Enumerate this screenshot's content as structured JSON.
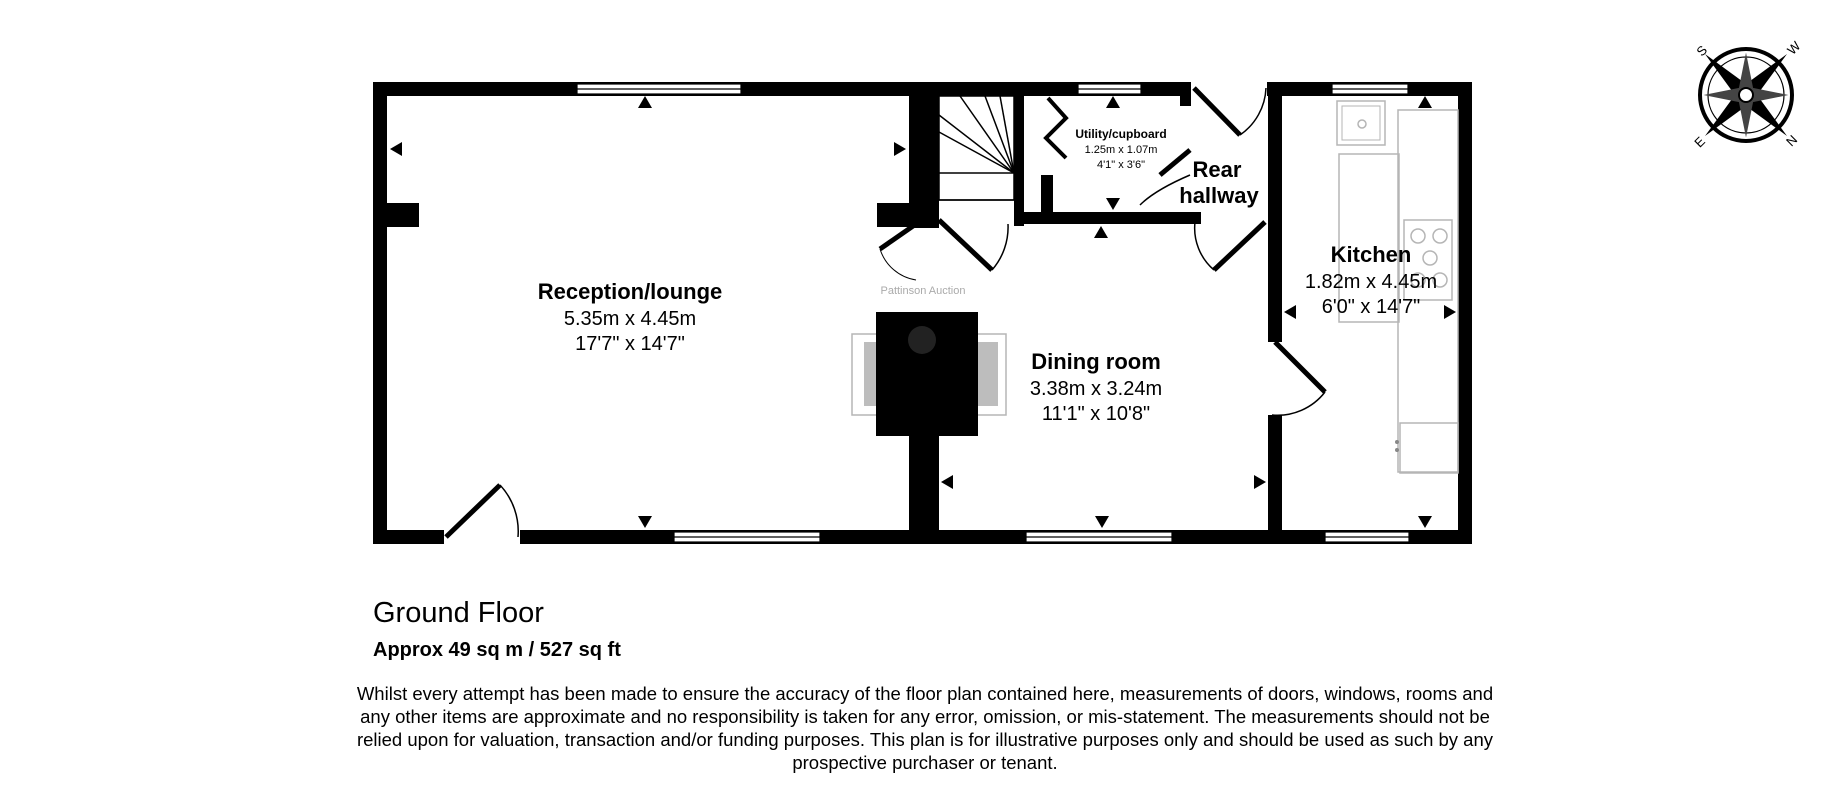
{
  "rooms": {
    "reception": {
      "name": "Reception/lounge",
      "metric": "5.35m x 4.45m",
      "imperial": "17'7\" x 14'7\""
    },
    "dining": {
      "name": "Dining room",
      "metric": "3.38m x 3.24m",
      "imperial": "11'1\" x 10'8\""
    },
    "kitchen": {
      "name": "Kitchen",
      "metric": "1.82m x 4.45m",
      "imperial": "6'0\" x 14'7\""
    },
    "utility": {
      "name": "Utility/cupboard",
      "metric": "1.25m x 1.07m",
      "imperial": "4'1\" x 3'6\""
    },
    "rear_hallway": {
      "name_line1": "Rear",
      "name_line2": "hallway"
    }
  },
  "floor": {
    "title": "Ground Floor",
    "area": "Approx 49 sq m / 527 sq ft"
  },
  "disclaimer": "Whilst every attempt has been made to ensure the accuracy of the floor plan contained here, measurements of doors, windows, rooms and any other items are approximate and no responsibility is taken for any error, omission, or mis-statement. The measurements should not be relied upon for valuation, transaction and/or funding purposes. This plan is for illustrative purposes only and should be used as such by any prospective purchaser or tenant.",
  "watermark": "Pattinson Auction",
  "compass": {
    "n": "N",
    "e": "E",
    "s": "S",
    "w": "W"
  },
  "colors": {
    "wall": "#000000",
    "fixture": "#b5b5b5",
    "window": "#ffffff"
  }
}
